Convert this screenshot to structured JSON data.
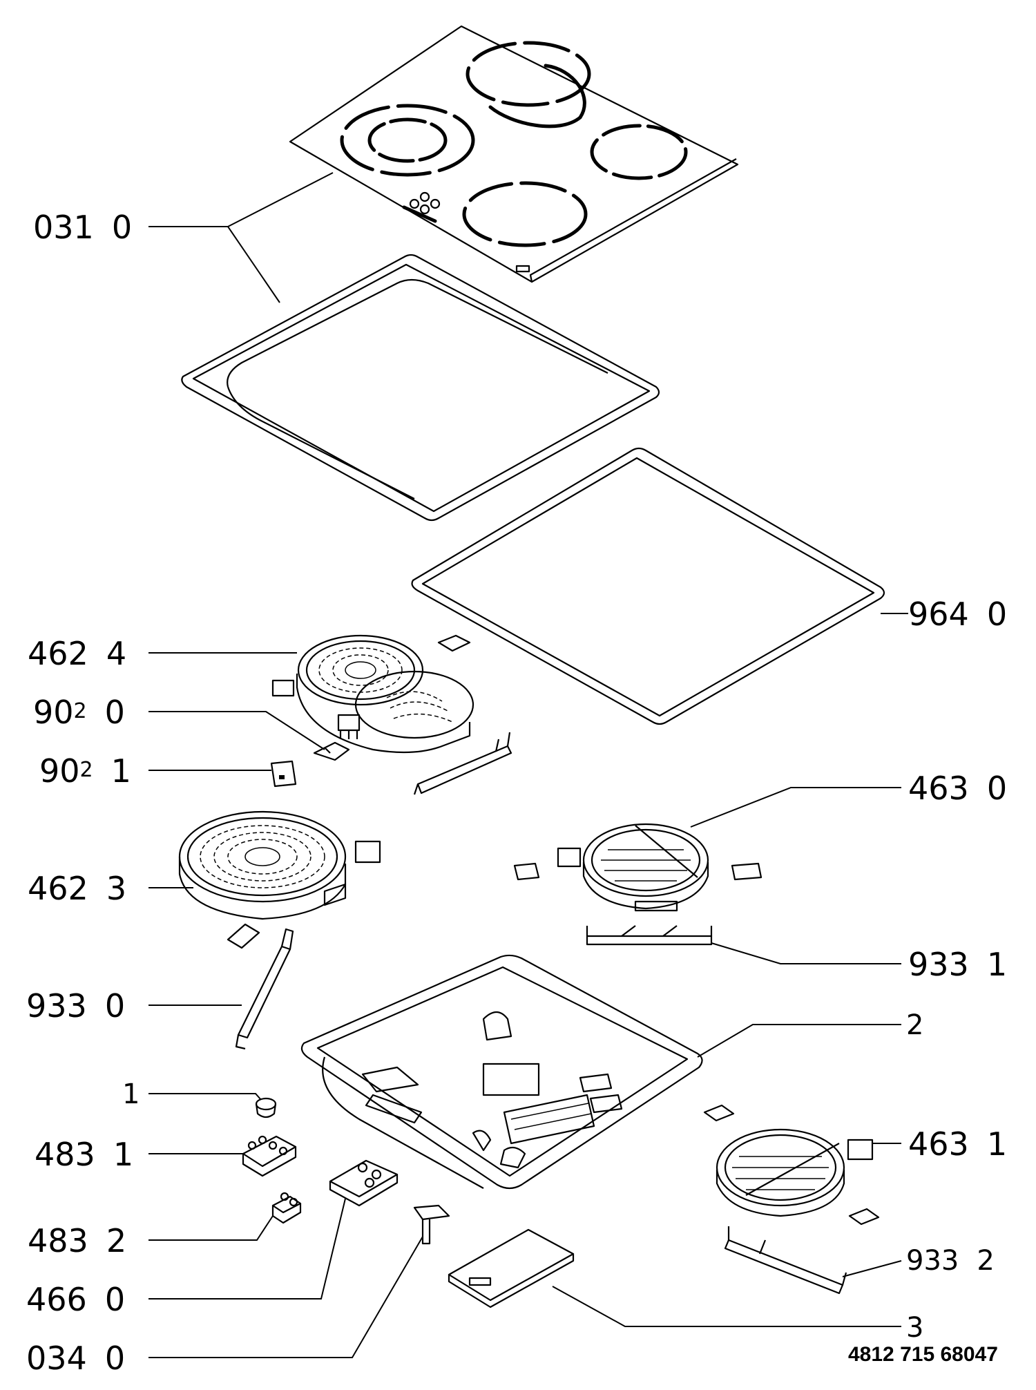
{
  "labels": {
    "p031_0": {
      "code": "031",
      "var": "0"
    },
    "p964_0": {
      "code": "964",
      "var": "0"
    },
    "p462_4": {
      "code": "462",
      "var": "4"
    },
    "p902_0": {
      "code": "90",
      "sup": "2",
      "var": "0"
    },
    "p902_1": {
      "code": "90",
      "sup": "2",
      "var": "1"
    },
    "p463_0": {
      "code": "463",
      "var": "0"
    },
    "p462_3": {
      "code": "462",
      "var": "3"
    },
    "p933_1": {
      "code": "933",
      "var": "1"
    },
    "p933_0": {
      "code": "933",
      "var": "0"
    },
    "p2": {
      "text": "2"
    },
    "p1": {
      "text": "1"
    },
    "p483_1": {
      "code": "483",
      "var": "1"
    },
    "p463_1": {
      "code": "463",
      "var": "1"
    },
    "p483_2": {
      "code": "483",
      "var": "2"
    },
    "p933_2": {
      "code": "933",
      "var": "2"
    },
    "p466_0": {
      "code": "466",
      "var": "0"
    },
    "p3": {
      "text": "3"
    },
    "p034_0": {
      "code": "034",
      "var": "0"
    }
  },
  "document_number": "4812 715 68047"
}
